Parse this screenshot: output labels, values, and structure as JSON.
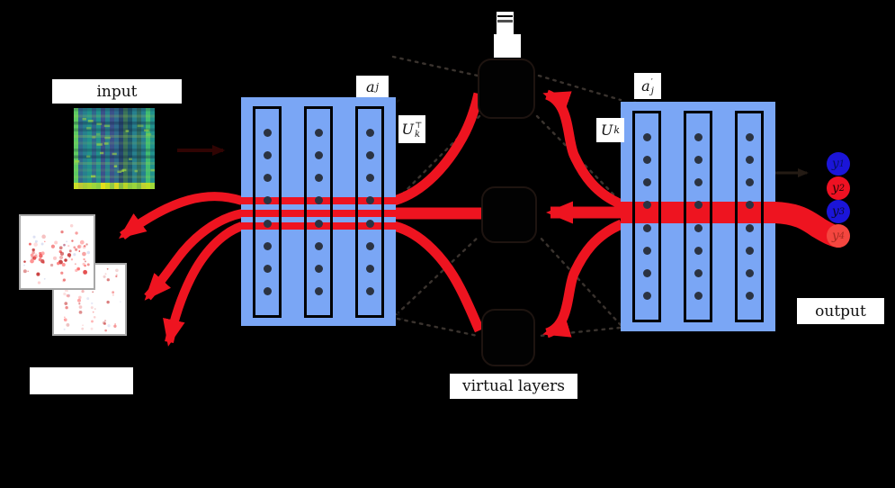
{
  "labels": {
    "input": "input",
    "output": "output",
    "virtual_layers": "virtual layers",
    "activation_left": {
      "base": "a",
      "sub": "j"
    },
    "weight_left": {
      "base": "U",
      "sub": "k",
      "sup": "⊤"
    },
    "activation_right": {
      "base": "a",
      "prime": "′",
      "sub": "j"
    },
    "weight_right": {
      "base": "U",
      "sub": "k"
    }
  },
  "outputs": [
    {
      "label": "y",
      "sub": "1",
      "fill": "#1b15d8",
      "text": "#061066"
    },
    {
      "label": "y",
      "sub": "2",
      "fill": "#ee1122",
      "text": "#2a0607"
    },
    {
      "label": "y",
      "sub": "3",
      "fill": "#1b15d8",
      "text": "#0a0a30"
    },
    {
      "label": "y",
      "sub": "4",
      "fill": "#f4463f",
      "text": "#aa2a22"
    }
  ],
  "network": {
    "blocks": 2,
    "layers_per_block": 3,
    "units_per_layer": 8
  },
  "colors": {
    "background": "#000000",
    "flow_red": "#ee1420",
    "block_blue": "#7aa6f5",
    "unit_dot": "#2b3342",
    "dotted_line": "#3a332e",
    "corner_dots": "#0b0b0b",
    "dark_input_arrow": "#300403",
    "dark_output_arrow": "#241b14",
    "map_border": "#a8a8a8"
  },
  "spectrogram_palette": [
    "#2f6c8e",
    "#27808e",
    "#21918c",
    "#28ae80",
    "#3fbc73",
    "#5ec962",
    "#3b528b",
    "#31688e",
    "#365c8d"
  ],
  "spectrogram_bottom": [
    "#e8e419",
    "#c8e020",
    "#9fd938"
  ],
  "saliency_reds": [
    "#e03030",
    "#f05050",
    "#c02020",
    "#ff7070"
  ]
}
